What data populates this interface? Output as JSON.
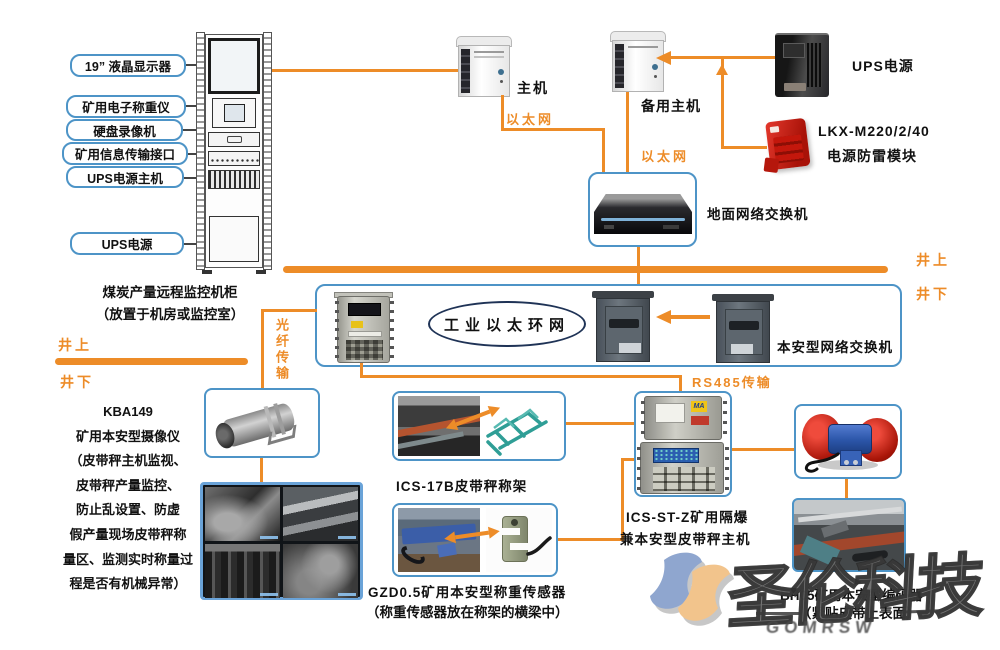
{
  "colors": {
    "accent": "#ED8C28",
    "border": "#4D94C7",
    "device_red": "#D7271D",
    "device_blue": "#2B55A8",
    "teal": "#2F9E96"
  },
  "rack": {
    "labels": [
      "19” 液晶显示器",
      "矿用电子称重仪",
      "硬盘录像机",
      "矿用信息传输接口",
      "UPS电源主机",
      "UPS电源"
    ],
    "caption1": "煤炭产量远程监控机柜",
    "caption2": "（放置于机房或监控室）"
  },
  "top": {
    "host": "主机",
    "backup": "备用主机",
    "eth1": "以太网",
    "eth2": "以太网",
    "ups": "UPS电源",
    "lkx1": "LKX-M220/2/40",
    "lkx2": "电源防雷模块",
    "ground_switch": "地面网络交换机"
  },
  "bounds": {
    "top_up": "井上",
    "top_down": "井下",
    "left_up": "井上",
    "left_down": "井下"
  },
  "ring": {
    "title": "工业以太环网",
    "switch_label": "本安型网络交换机",
    "fiber": "光纤传输",
    "rs485": "RS485传输"
  },
  "kba": {
    "lines": [
      "KBA149",
      "矿用本安型摄像仪",
      "（皮带秤主机监视、",
      "皮带秤产量监控、",
      "防止乱设置、防虚",
      "假产量现场皮带秤称",
      "量区、监测实时称量过",
      "程是否有机械异常）"
    ]
  },
  "scale": {
    "label": "ICS-17B皮带秤称架"
  },
  "sensor": {
    "line1": "GZD0.5矿用本安型称重传感器",
    "line2": "（称重传感器放在称架的横梁中）"
  },
  "hostunit": {
    "line1": "ICS-ST-Z矿用隔爆",
    "line2": "兼本安型皮带秤主机",
    "ma": "MA"
  },
  "encoder": {
    "line1": "BH05矿用本安型编码器",
    "line2": "（紧贴皮带上表面）"
  },
  "watermark": {
    "text": "圣伦科技",
    "subtext": "GOMRSW"
  }
}
